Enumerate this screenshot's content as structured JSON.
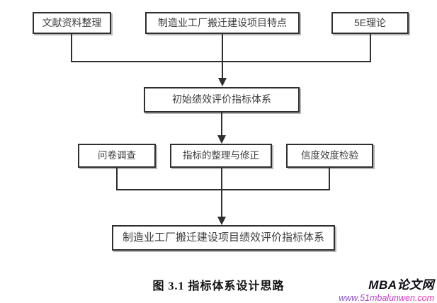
{
  "diagram": {
    "caption": "图 3.1 指标体系设计思路",
    "nodes": {
      "literature": "文献资料整理",
      "features": "制造业工厂搬迁建设项目特点",
      "theory5e": "5E理论",
      "initial": "初始绩效评价指标体系",
      "questionnaire": "问卷调查",
      "revision": "指标的整理与修正",
      "reliability": "信度效度检验",
      "final": "制造业工厂搬迁建设项目绩效评价指标体系"
    },
    "edges": [
      "文献资料整理 → 初始绩效评价指标体系",
      "制造业工厂搬迁建设项目特点 → 初始绩效评价指标体系",
      "5E理论 → 初始绩效评价指标体系",
      "初始绩效评价指标体系 → 指标的整理与修正",
      "问卷调查 → 制造业工厂搬迁建设项目绩效评价指标体系",
      "指标的整理与修正 → 制造业工厂搬迁建设项目绩效评价指标体系",
      "信度效度检验 → 制造业工厂搬迁建设项目绩效评价指标体系"
    ],
    "colors": {
      "box_border": "#2f2f2f",
      "box_fill": "#ffffff",
      "box_text": "#3d3d3d",
      "connector": "#2f2f2f",
      "background": "#ffffff"
    }
  },
  "watermark": {
    "site_name": "MBA论文网",
    "site_url": "www.51mbalunwen.com",
    "name_color": "#0c0c14",
    "url_gradient_start": "#7d55d2",
    "url_gradient_end": "#ff2fae"
  }
}
